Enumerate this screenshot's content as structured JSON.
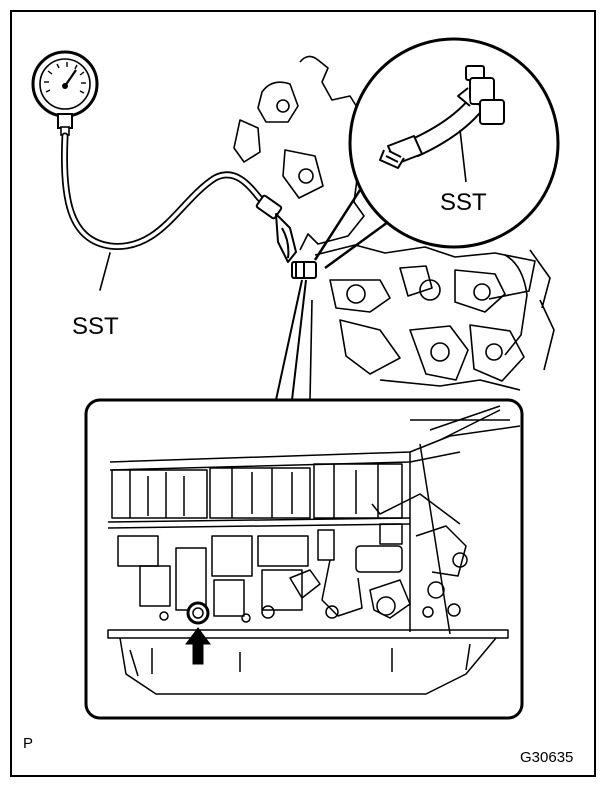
{
  "labels": {
    "sst_hose": "SST",
    "sst_fitting": "SST",
    "page_marker": "P",
    "figure_code": "G30635"
  },
  "colors": {
    "ink": "#000000",
    "paper": "#ffffff"
  },
  "icons": [
    "pressure-gauge-icon",
    "arrow-up-icon"
  ]
}
